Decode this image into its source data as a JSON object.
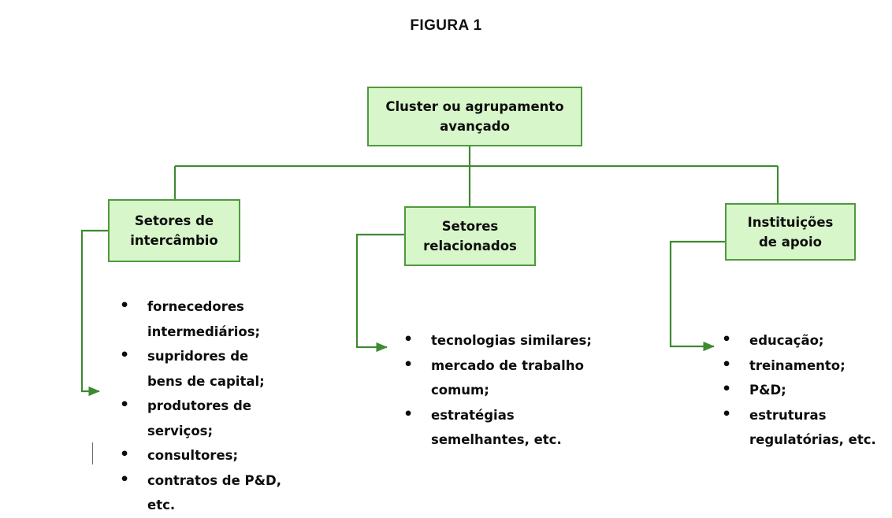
{
  "figure": {
    "title": "FIGURA 1",
    "colors": {
      "box_fill": "#d7f6c9",
      "box_border": "#4e9a3d",
      "connector": "#3e8a30",
      "text": "#0d0d0d",
      "background": "#ffffff"
    }
  },
  "nodes": {
    "root": {
      "line1": "Cluster ou agrupamento",
      "line2": "avançado"
    },
    "exchange": {
      "line1": "Setores de",
      "line2": "intercâmbio"
    },
    "related": {
      "line1": "Setores",
      "line2": "relacionados"
    },
    "support": {
      "line1": "Instituições",
      "line2": "de apoio"
    }
  },
  "lists": {
    "exchange": [
      "fornecedores intermediários;",
      "supridores de bens de capital;",
      "produtores de serviços;",
      "consultores;",
      "contratos de P&D, etc."
    ],
    "related": [
      "tecnologias similares;",
      "mercado de trabalho comum;",
      "estratégias semelhantes, etc."
    ],
    "support": [
      "educação;",
      "treinamento;",
      "P&D;",
      "estruturas regulatórias, etc."
    ]
  }
}
